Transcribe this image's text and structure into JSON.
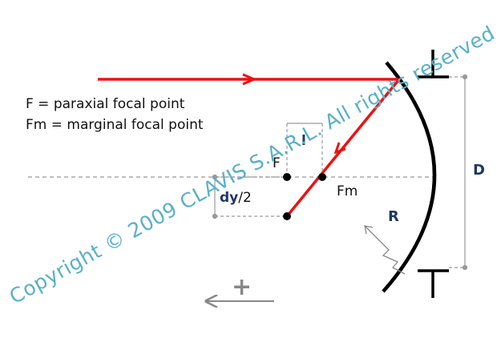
{
  "legend": {
    "f_def": "F = paraxial focal point",
    "fm_def": "Fm = marginal focal point"
  },
  "labels": {
    "F": "F",
    "Fm": "Fm",
    "l": "l",
    "dy_bold": "dy",
    "dy_rest": "/2",
    "R": "R",
    "D": "D",
    "sign": "+"
  },
  "watermark": "Copyright © 2009 CLAVIS S.A.R.L. All rights reserved",
  "colors": {
    "ray": "#ee1111",
    "mirror": "#000000",
    "axis": "#999999",
    "label_blue": "#1f3864",
    "watermark": "#5ab0c8",
    "sign_arrow": "#888888"
  }
}
